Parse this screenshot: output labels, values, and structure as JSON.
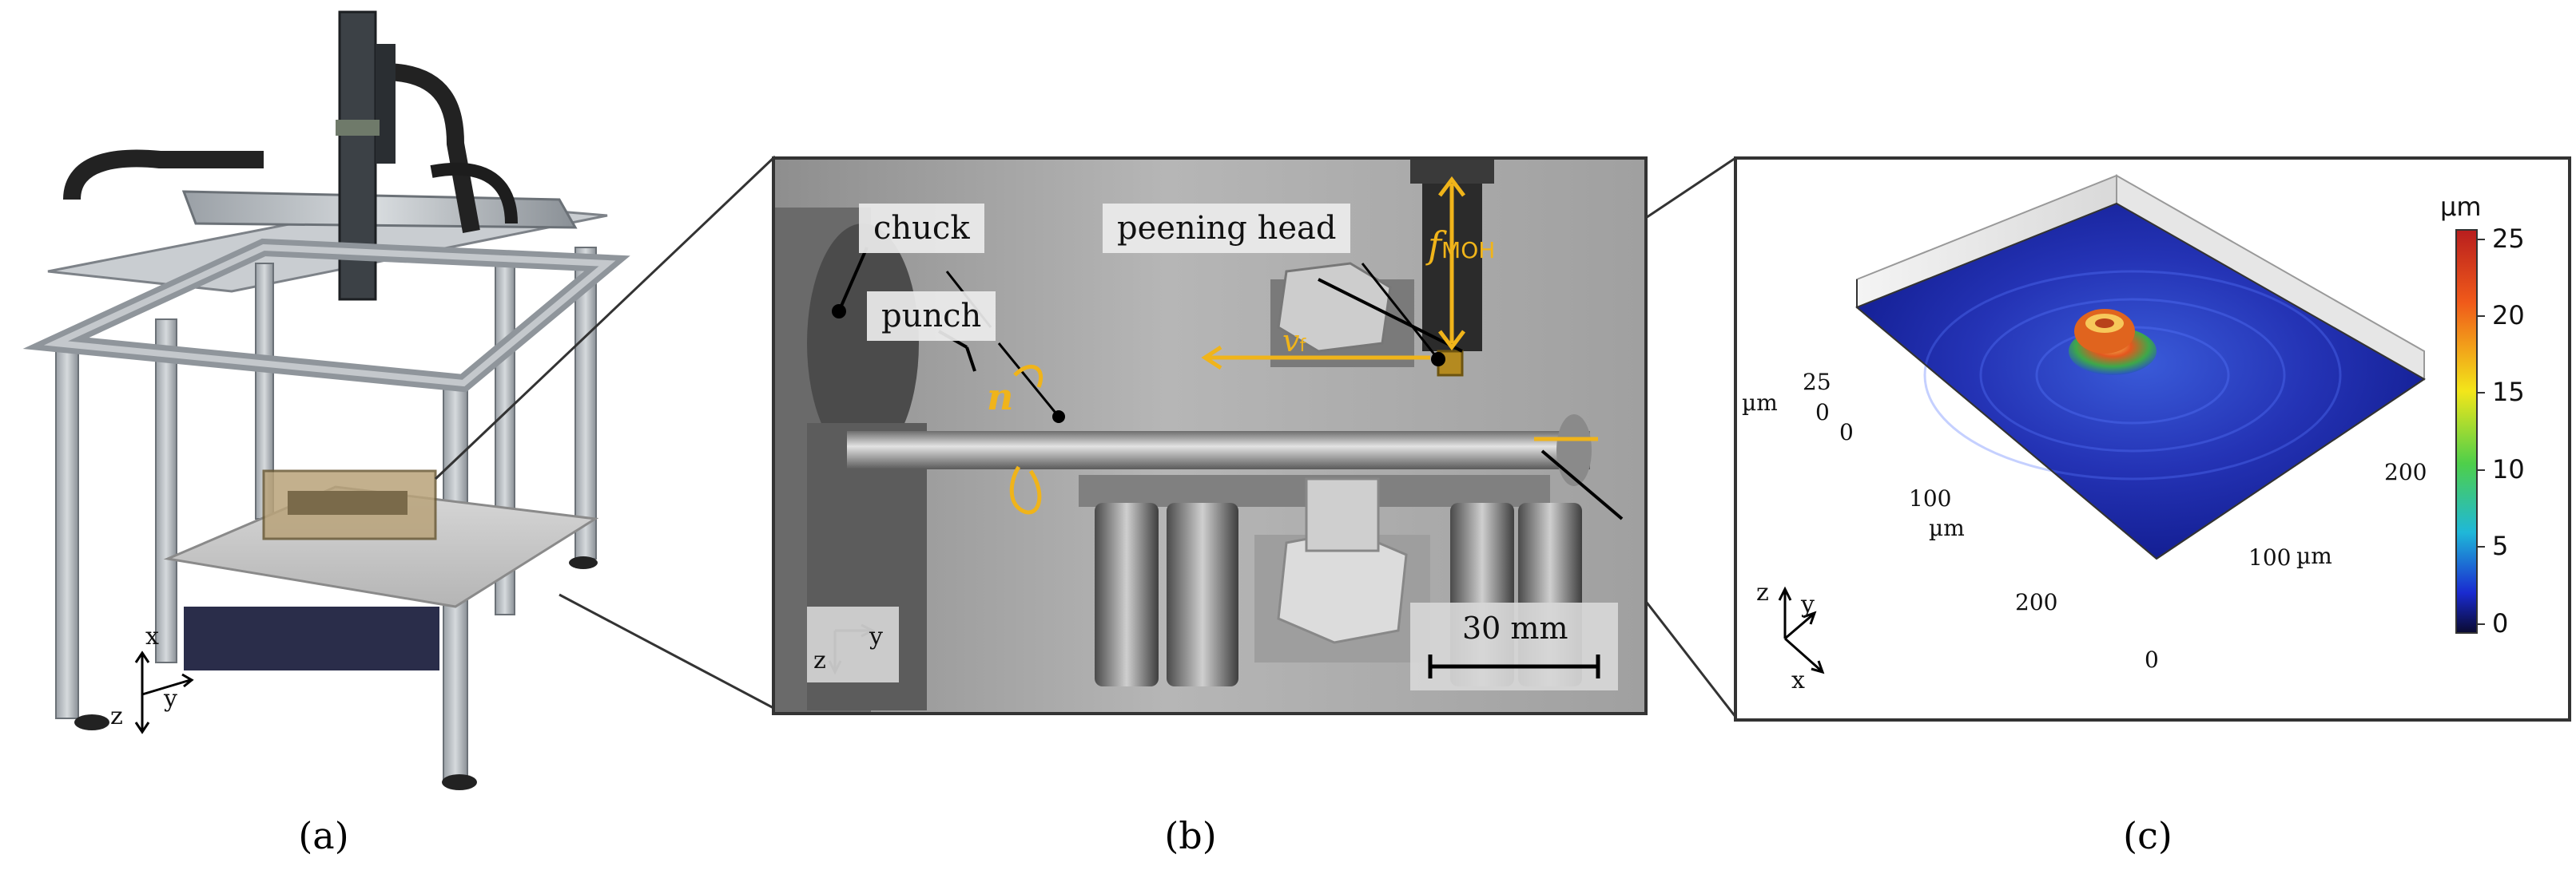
{
  "panel_a": {
    "caption": "(a)",
    "axes": {
      "x": "x",
      "y": "y",
      "z": "z"
    }
  },
  "panel_b": {
    "caption": "(b)",
    "labels": {
      "chuck": "chuck",
      "punch": "punch",
      "peening_head": "peening head"
    },
    "symbols": {
      "f": "f",
      "f_sub": "MOH",
      "v": "v",
      "v_sub": "f",
      "n": "n"
    },
    "axes": {
      "z": "z",
      "y": "y"
    },
    "scalebar": "30 mm",
    "colors": {
      "annotation": "#f0b41a"
    }
  },
  "panel_c": {
    "caption": "(c)",
    "z_unit": "µm",
    "z_ticks": [
      "25",
      "0"
    ],
    "x_ticks": [
      "0",
      "100",
      "200"
    ],
    "x_unit": "µm",
    "y_ticks": [
      "0",
      "100",
      "200"
    ],
    "y_unit": "µm",
    "axes": {
      "z": "z",
      "y": "y",
      "x": "x"
    },
    "colorbar": {
      "unit": "µm",
      "ticks": [
        "25",
        "20",
        "15",
        "10",
        "5",
        "0"
      ],
      "min": 0,
      "max": 25
    }
  }
}
